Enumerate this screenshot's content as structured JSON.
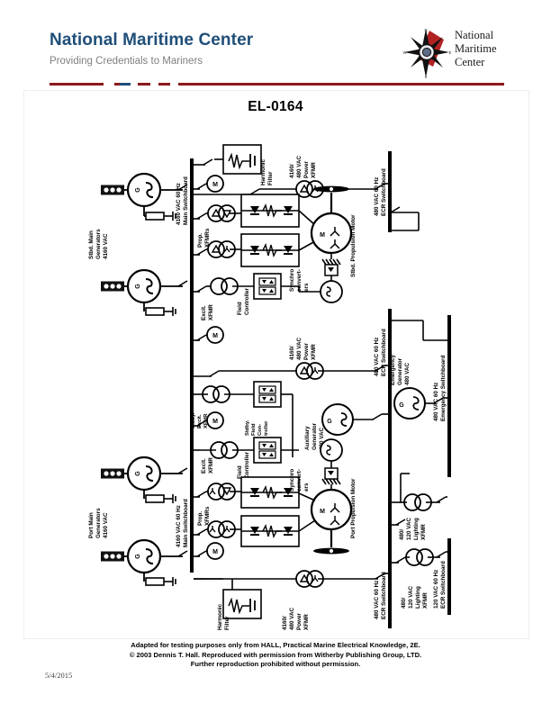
{
  "header": {
    "title": "National Maritime Center",
    "subtitle": "Providing Credentials to Mariners",
    "logo_line1": "National",
    "logo_line2": "Maritime",
    "logo_line3": "Center",
    "logo_icon": "compass-rose-icon",
    "brand_color": "#1F4E79",
    "rule_color": "#8B1A1A"
  },
  "diagram": {
    "title": "EL-0164",
    "type": "single-line-electrical-diagram",
    "buses": {
      "stbd_main_switchboard": "4160 VAC 60 Hz\nMain Switchboard",
      "stbd_main_switchboard_l1": "4160 VAC 60 Hz",
      "stbd_main_switchboard_l2": "Main Switchboard",
      "port_main_switchboard_l1": "4160 VAC 60 Hz",
      "port_main_switchboard_l2": "Main Switchboard",
      "ecr_switchboard_l1": "480 VAC 60 Hz",
      "ecr_switchboard_l2": "ECR Switchboard",
      "emergency_switchboard_l1": "480 VAC 60 Hz",
      "emergency_switchboard_l2": "Emergency Switchboard",
      "lighting_switchboard_l1": "120 VAC 60 Hz",
      "lighting_switchboard_l2": "ECR Switchboard"
    },
    "labels": {
      "stbd_generators_l1": "Stbd. Main",
      "stbd_generators_l2": "Generators",
      "stbd_generators_l3": "4160 VAC",
      "port_generators_l1": "Port Main",
      "port_generators_l2": "Generators",
      "port_generators_l3": "4160 VAC",
      "harmonic_filter_l1": "Harmonic",
      "harmonic_filter_l2": "Filter",
      "power_xfmr_l1": "4160/",
      "power_xfmr_l2": "480 VAC",
      "power_xfmr_l3": "Power",
      "power_xfmr_l4": "XFMR",
      "prop_xfmrs_l1": "Prop.",
      "prop_xfmrs_l2": "XFMRs",
      "excit_xfmr_l1": "Excit.",
      "excit_xfmr_l2": "XFMR",
      "stdby_excit_xfmr_l1": "Stdby.",
      "stdby_excit_xfmr_l2": "Excit.",
      "stdby_excit_xfmr_l3": "XFMR",
      "field_controller_l1": "Field",
      "field_controller_l2": "Controller",
      "stdby_field_controller_l1": "Stdby.",
      "stdby_field_controller_l2": "Field",
      "stdby_field_controller_l3": "Con-",
      "stdby_field_controller_l4": "troller",
      "synchro_converters_l1": "Synchro",
      "synchro_converters_l2": "convert-",
      "synchro_converters_l3": "ers",
      "stbd_propulsion_motor": "Stbd. Propulsion Motor",
      "port_propulsion_motor": "Port Propulsion Motor",
      "aux_generator_l1": "Auxiliary",
      "aux_generator_l2": "Generator",
      "aux_generator_l3": "480 VAC",
      "emergency_generator_l1": "Emergency",
      "emergency_generator_l2": "Generator",
      "emergency_generator_l3": "480 VAC",
      "lighting_xfmr_l1": "480/",
      "lighting_xfmr_l2": "120 VAC",
      "lighting_xfmr_l3": "Lighting",
      "lighting_xfmr_l4": "XFMR",
      "generator_symbol": "G",
      "motor_symbol": "M"
    }
  },
  "footer": {
    "line1": "Adapted for testing purposes only from HALL, Practical Marine Electrical Knowledge, 2E.",
    "line2": "© 2003 Dennis T. Hall. Reproduced with permission from Witherby Publishing Group, LTD.",
    "line3": "Further reproduction prohibited without permission.",
    "date": "5/4/2015"
  }
}
